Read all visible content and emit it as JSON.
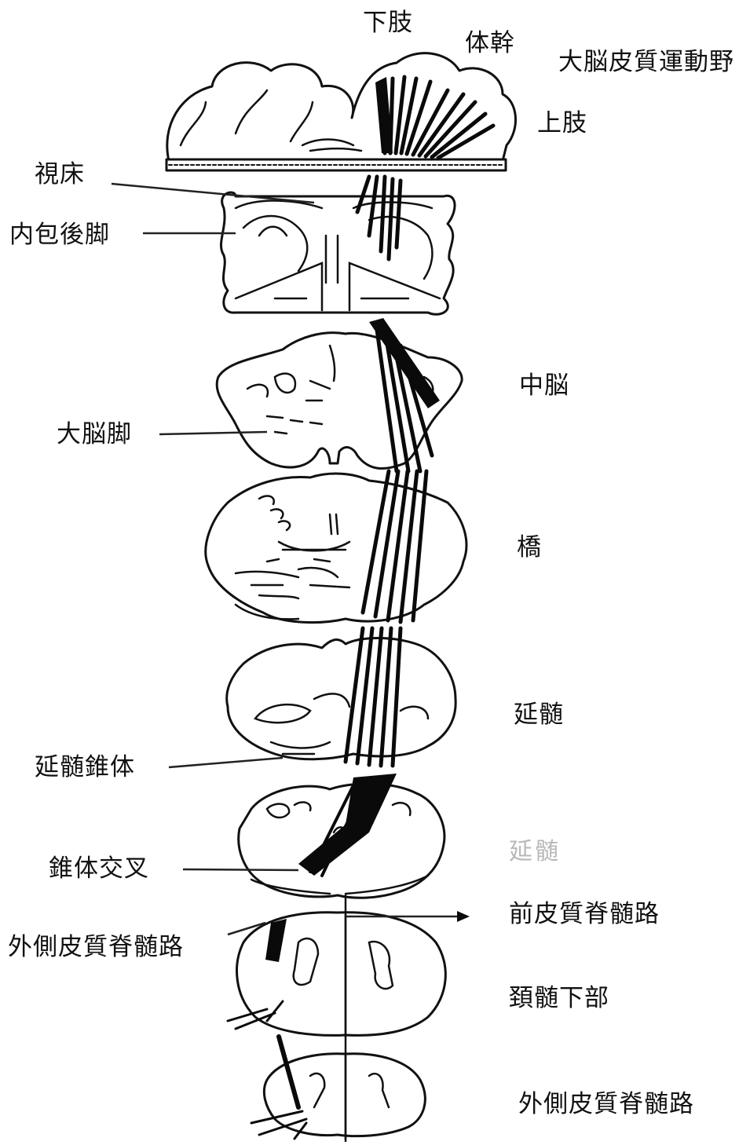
{
  "labels": {
    "lower_limb": "下肢",
    "trunk": "体幹",
    "motor_cortex": "大脳皮質運動野",
    "upper_limb": "上肢",
    "thalamus": "視床",
    "internal_capsule_posterior_limb": "内包後脚",
    "midbrain": "中脳",
    "cerebral_peduncle": "大脳脚",
    "pons": "橋",
    "medulla": "延髄",
    "medullary_pyramid": "延髄錐体",
    "pyramidal_decussation": "錐体交叉",
    "medulla_faint": "延髄",
    "anterior_corticospinal_tract": "前皮質脊髄路",
    "lateral_corticospinal_tract_left": "外側皮質脊髄路",
    "lower_cervical_cord": "頚髄下部",
    "lateral_corticospinal_tract_bottom": "外側皮質脊髄路"
  },
  "colors": {
    "ink": "#111111",
    "paper": "#ffffff",
    "faint_text": "#b8b8b8"
  }
}
